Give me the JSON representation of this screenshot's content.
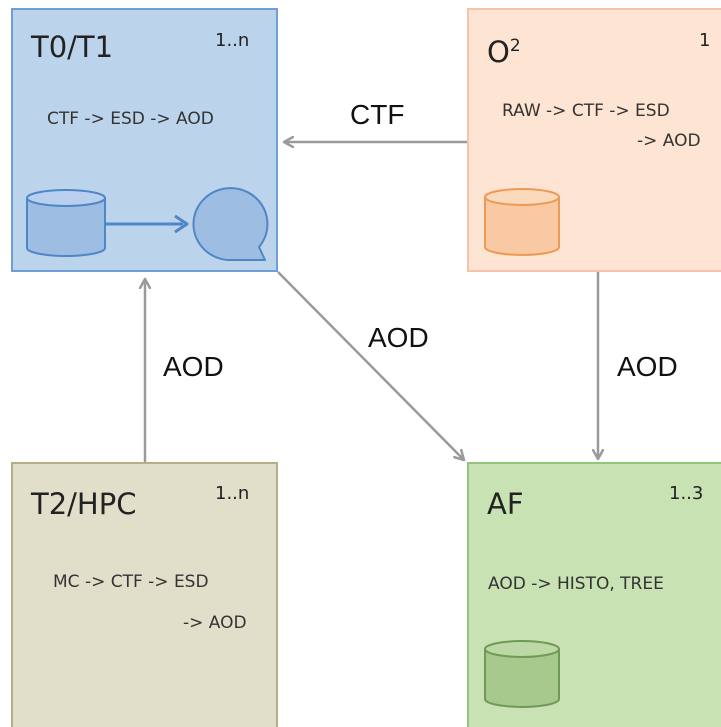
{
  "nodes": {
    "t0t1": {
      "title": "T0/T1",
      "count": "1..n",
      "lines": [
        "CTF -> ESD -> AOD"
      ],
      "fill": "#bcd3ec",
      "border": "#6e9fd6"
    },
    "o2": {
      "title_base": "O",
      "title_sup": "2",
      "count": "1",
      "lines": [
        "RAW -> CTF -> ESD",
        "-> AOD"
      ],
      "fill": "#fde4d3",
      "border": "#f6c4a6"
    },
    "t2hpc": {
      "title": "T2/HPC",
      "count": "1..n",
      "lines": [
        "MC -> CTF -> ESD",
        "-> AOD"
      ],
      "fill": "#e1dfca",
      "border": "#b3ae8b"
    },
    "af": {
      "title": "AF",
      "count": "1..3",
      "lines": [
        "AOD -> HISTO, TREE"
      ],
      "fill": "#c9e2b4",
      "border": "#94c47a"
    }
  },
  "edges": [
    {
      "from": "O2",
      "to": "T0/T1",
      "label": "CTF"
    },
    {
      "from": "T0/T1",
      "to": "AF",
      "label": "AOD"
    },
    {
      "from": "O2",
      "to": "AF",
      "label": "AOD"
    },
    {
      "from": "T2/HPC",
      "to": "T0/T1",
      "label": "AOD"
    }
  ],
  "colors": {
    "arrow": "#9a9a9a",
    "icon_blue_fill": "#9ebde3",
    "icon_blue_stroke": "#4f86c6",
    "icon_orange_fill": "#f8c9a2",
    "icon_orange_stroke": "#ee9a57",
    "icon_green_fill": "#a8c98e",
    "icon_green_stroke": "#6f9a55"
  },
  "icons": {
    "t0t1": [
      "database-icon",
      "storage-loop-icon"
    ],
    "o2": [
      "database-icon"
    ],
    "af": [
      "database-icon"
    ]
  }
}
